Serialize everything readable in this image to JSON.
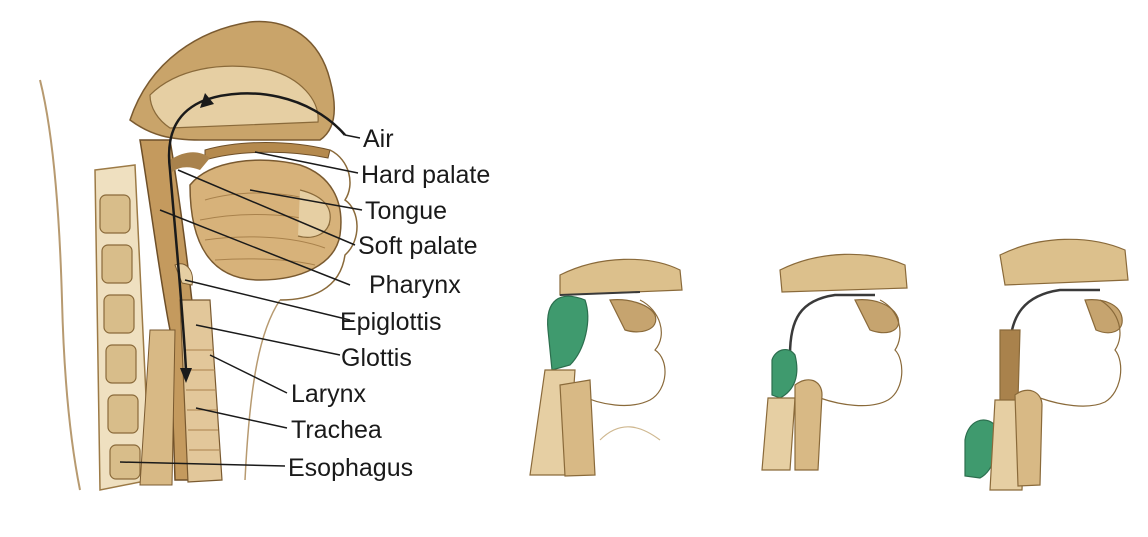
{
  "labels": {
    "air": "Air",
    "hard_palate": "Hard palate",
    "tongue": "Tongue",
    "soft_palate": "Soft palate",
    "pharynx": "Pharynx",
    "epiglottis": "Epiglottis",
    "glottis": "Glottis",
    "larynx": "Larynx",
    "trachea": "Trachea",
    "esophagus": "Esophagus"
  },
  "colors": {
    "bone": "#c9a46a",
    "bone_light": "#e6cfa3",
    "tissue": "#f1e2c4",
    "outline": "#7a5a30",
    "bolus": "#3f9a6e",
    "arrow": "#1a1a1a"
  }
}
